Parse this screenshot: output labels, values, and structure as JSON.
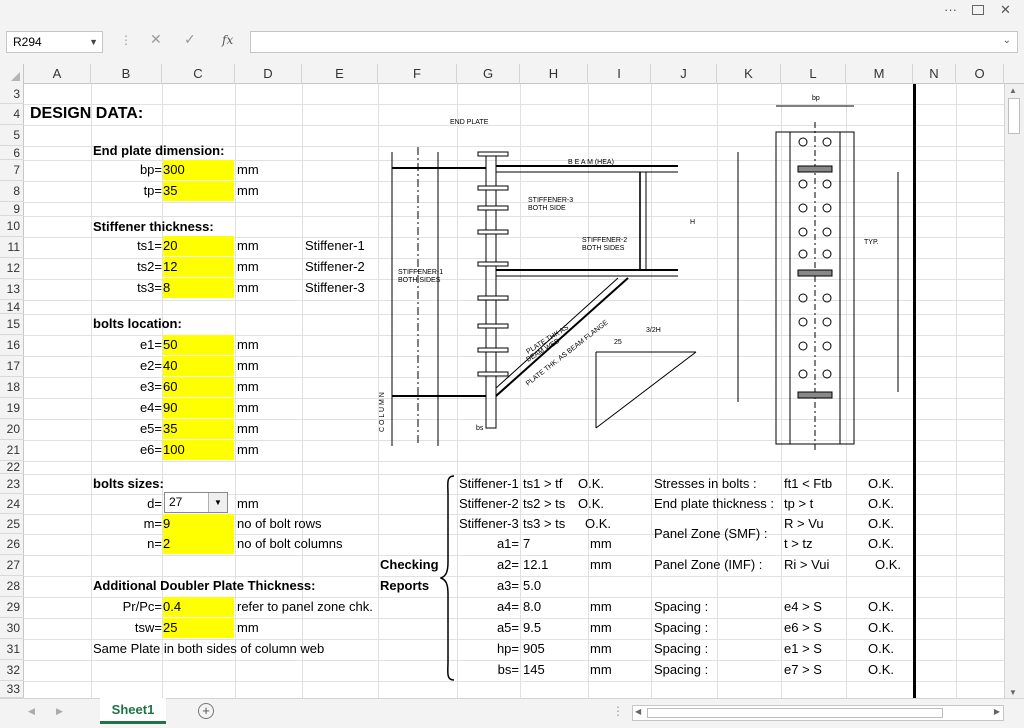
{
  "window": {
    "ribbon_options": "···"
  },
  "formula_bar": {
    "name_box": "R294",
    "cancel_icon": "✕",
    "enter_icon": "✓",
    "fx_label": "fx",
    "content": ""
  },
  "columns": [
    "A",
    "B",
    "C",
    "D",
    "E",
    "F",
    "G",
    "H",
    "I",
    "J",
    "K",
    "L",
    "M",
    "N",
    "O"
  ],
  "rows": [
    "3",
    "4",
    "5",
    "6",
    "7",
    "8",
    "9",
    "10",
    "11",
    "12",
    "13",
    "14",
    "15",
    "16",
    "17",
    "18",
    "19",
    "20",
    "21",
    "22",
    "23",
    "24",
    "25",
    "26",
    "27",
    "28",
    "29",
    "30",
    "31",
    "32",
    "33"
  ],
  "sheet": {
    "title": "DESIGN DATA:",
    "end_plate_heading": "End plate dimension:",
    "bp_label": "bp=",
    "bp_value": "300",
    "bp_unit": "mm",
    "tp_label": "tp=",
    "tp_value": "35",
    "tp_unit": "mm",
    "stiffener_heading": "Stiffener thickness:",
    "ts1_label": "ts1=",
    "ts1_value": "20",
    "ts1_unit": "mm",
    "ts1_name": "Stiffener-1",
    "ts2_label": "ts2=",
    "ts2_value": "12",
    "ts2_unit": "mm",
    "ts2_name": "Stiffener-2",
    "ts3_label": "ts3=",
    "ts3_value": "8",
    "ts3_unit": "mm",
    "ts3_name": "Stiffener-3",
    "bolts_location_heading": "bolts location:",
    "e_rows": [
      {
        "label": "e1=",
        "value": "50",
        "unit": "mm"
      },
      {
        "label": "e2=",
        "value": "40",
        "unit": "mm"
      },
      {
        "label": "e3=",
        "value": "60",
        "unit": "mm"
      },
      {
        "label": "e4=",
        "value": "90",
        "unit": "mm"
      },
      {
        "label": "e5=",
        "value": "35",
        "unit": "mm"
      },
      {
        "label": "e6=",
        "value": "100",
        "unit": "mm"
      }
    ],
    "bolt_sizes_heading": "bolts sizes:",
    "d_label": "d=",
    "d_value": "27",
    "d_unit": "mm",
    "m_label": "m=",
    "m_value": "9",
    "m_note": "no of bolt rows",
    "n_label": "n=",
    "n_value": "2",
    "n_note": "no of bolt columns",
    "doubler_heading": "Additional Doubler Plate Thickness:",
    "pr_label": "Pr/Pc=",
    "pr_value": "0.4",
    "pr_note": "refer to panel zone chk.",
    "tsw_label": "tsw=",
    "tsw_value": "25",
    "tsw_unit": "mm",
    "same_plate_note": "Same Plate in both sides of column web",
    "checking": "Checking",
    "reports": "Reports"
  },
  "report": {
    "stiffener_checks": [
      {
        "name": "Stiffener-1",
        "cond": "ts1 > tf",
        "status": "O.K."
      },
      {
        "name": "Stiffener-2",
        "cond": "ts2 > ts",
        "status": "O.K."
      },
      {
        "name": "Stiffener-3",
        "cond": "ts3 > ts",
        "status": "O.K."
      }
    ],
    "dims": [
      {
        "label": "a1=",
        "value": "7",
        "unit": "mm"
      },
      {
        "label": "a2=",
        "value": "12.1",
        "unit": "mm"
      },
      {
        "label": "a3=",
        "value": "5.0",
        "unit": ""
      },
      {
        "label": "a4=",
        "value": "8.0",
        "unit": "mm"
      },
      {
        "label": "a5=",
        "value": "9.5",
        "unit": "mm"
      },
      {
        "label": "hp=",
        "value": "905",
        "unit": "mm"
      },
      {
        "label": "bs=",
        "value": "145",
        "unit": "mm"
      }
    ],
    "right_checks": [
      {
        "label": "Stresses in bolts :",
        "cond": "ft1 < Ftb",
        "status": "O.K."
      },
      {
        "label": "End plate thickness :",
        "cond": "tp > t",
        "status": "O.K."
      },
      {
        "label": "Panel Zone (SMF) :",
        "cond": "R > Vu",
        "status": "O.K."
      },
      {
        "label": "",
        "cond": "t > tz",
        "status": "O.K."
      },
      {
        "label": "Panel Zone (IMF) :",
        "cond": "Ri > Vui",
        "status": "O.K."
      },
      {
        "label": "",
        "cond": "",
        "status": ""
      },
      {
        "label": "Spacing :",
        "cond": "e4 > S",
        "status": "O.K."
      },
      {
        "label": "Spacing :",
        "cond": "e6 > S",
        "status": "O.K."
      },
      {
        "label": "Spacing :",
        "cond": "e1 > S",
        "status": "O.K."
      },
      {
        "label": "Spacing :",
        "cond": "e7 > S",
        "status": "O.K."
      }
    ]
  },
  "drawing": {
    "end_plate": "END PLATE",
    "beam": "B E A M   (HEA)",
    "stiffener3": "STIFFENER-3",
    "both_side": "BOTH SIDE",
    "stiffener2": "STIFFENER-2",
    "both_sides2": "BOTH SIDES",
    "stiffener1": "STIFFENER-1",
    "both_sides1": "BOTH SIDES",
    "column": "C O L U M N",
    "plate_thk_1": "PLATE THK AS",
    "plate_thk_2": "BEAM WEB",
    "plate_thk_3": "PLATE THK. AS BEAM FLANGE",
    "three_half_h": "3/2H",
    "bp": "bp",
    "typ": "TYP.",
    "bs": "bs",
    "dim_25": "25",
    "h_mark": "H"
  },
  "tabs": {
    "sheet1": "Sheet1",
    "add": "+"
  },
  "colors": {
    "accent": "#217346",
    "input": "#ffff00"
  }
}
